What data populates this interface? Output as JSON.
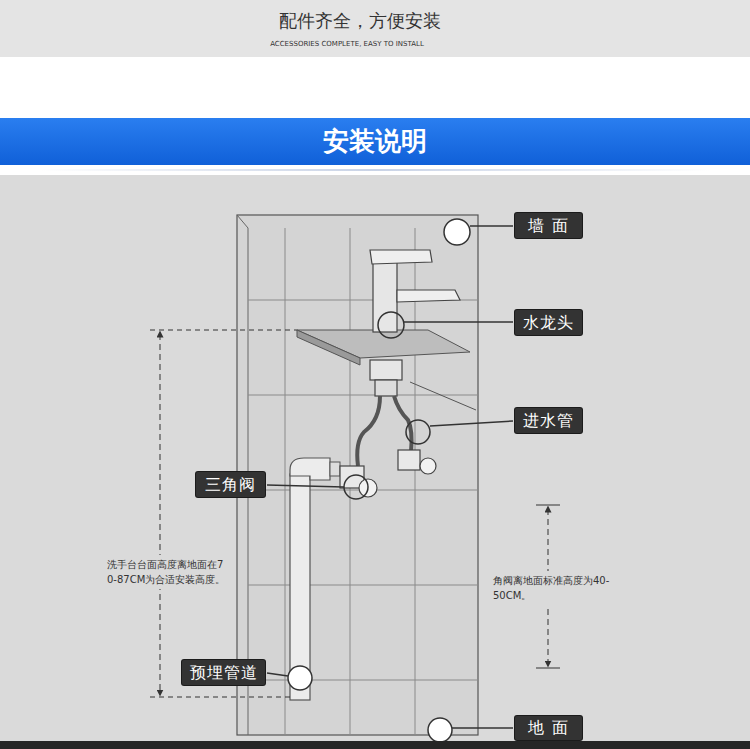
{
  "diagram": {
    "title": "安装说明",
    "nodes": [
      {
        "text": [
          "墙 面"
        ]
      },
      {
        "text": [
          "水龙头"
        ]
      },
      {
        "text": [
          "进水管"
        ]
      },
      {
        "text": [
          "三角阀"
        ]
      },
      {
        "text": [
          "预埋管道"
        ]
      },
      {
        "text": [
          "地 面"
        ]
      }
    ],
    "labels": [
      "配件齐全，方便安装",
      "ACCESSORIES COMPLETE, EASY TO INSTALL",
      "洗手台台面高度离地面在70-87CM为合适安装高度。",
      "角阀离地面标准高度为40-50CM。"
    ]
  }
}
